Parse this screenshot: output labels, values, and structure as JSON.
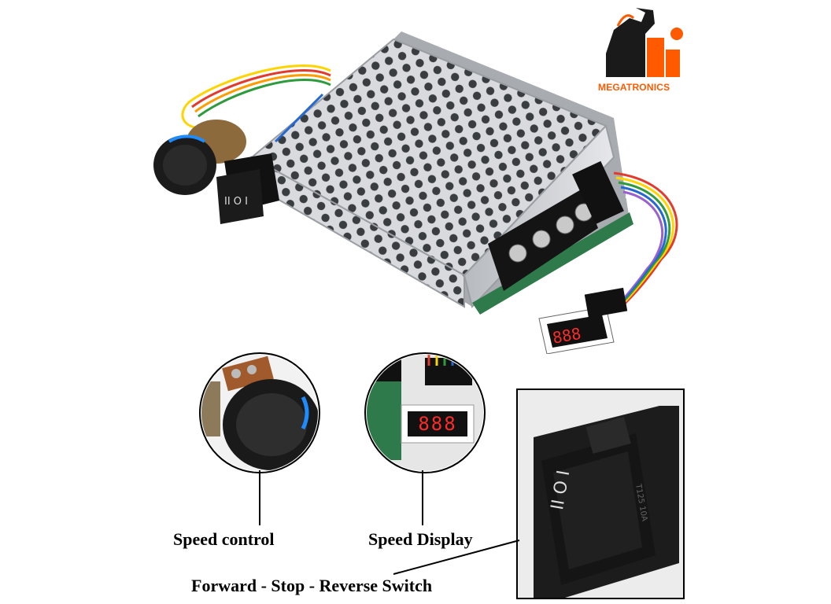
{
  "brand": {
    "name": "MEGATRONICS",
    "logo_color": "#ff5a00"
  },
  "product": {
    "name": "PWM DC motor speed controller with knob, digital display and rocker switch",
    "case_color": "#cfd2d6",
    "pcb_color": "#2f7a4a"
  },
  "callouts": [
    {
      "id": "speed-control",
      "label": "Speed control"
    },
    {
      "id": "speed-display",
      "label": "Speed Display"
    },
    {
      "id": "direction-switch",
      "label": "Forward - Stop - Reverse Switch"
    }
  ],
  "display": {
    "digits": "888"
  },
  "switch": {
    "markings": "II O I"
  }
}
